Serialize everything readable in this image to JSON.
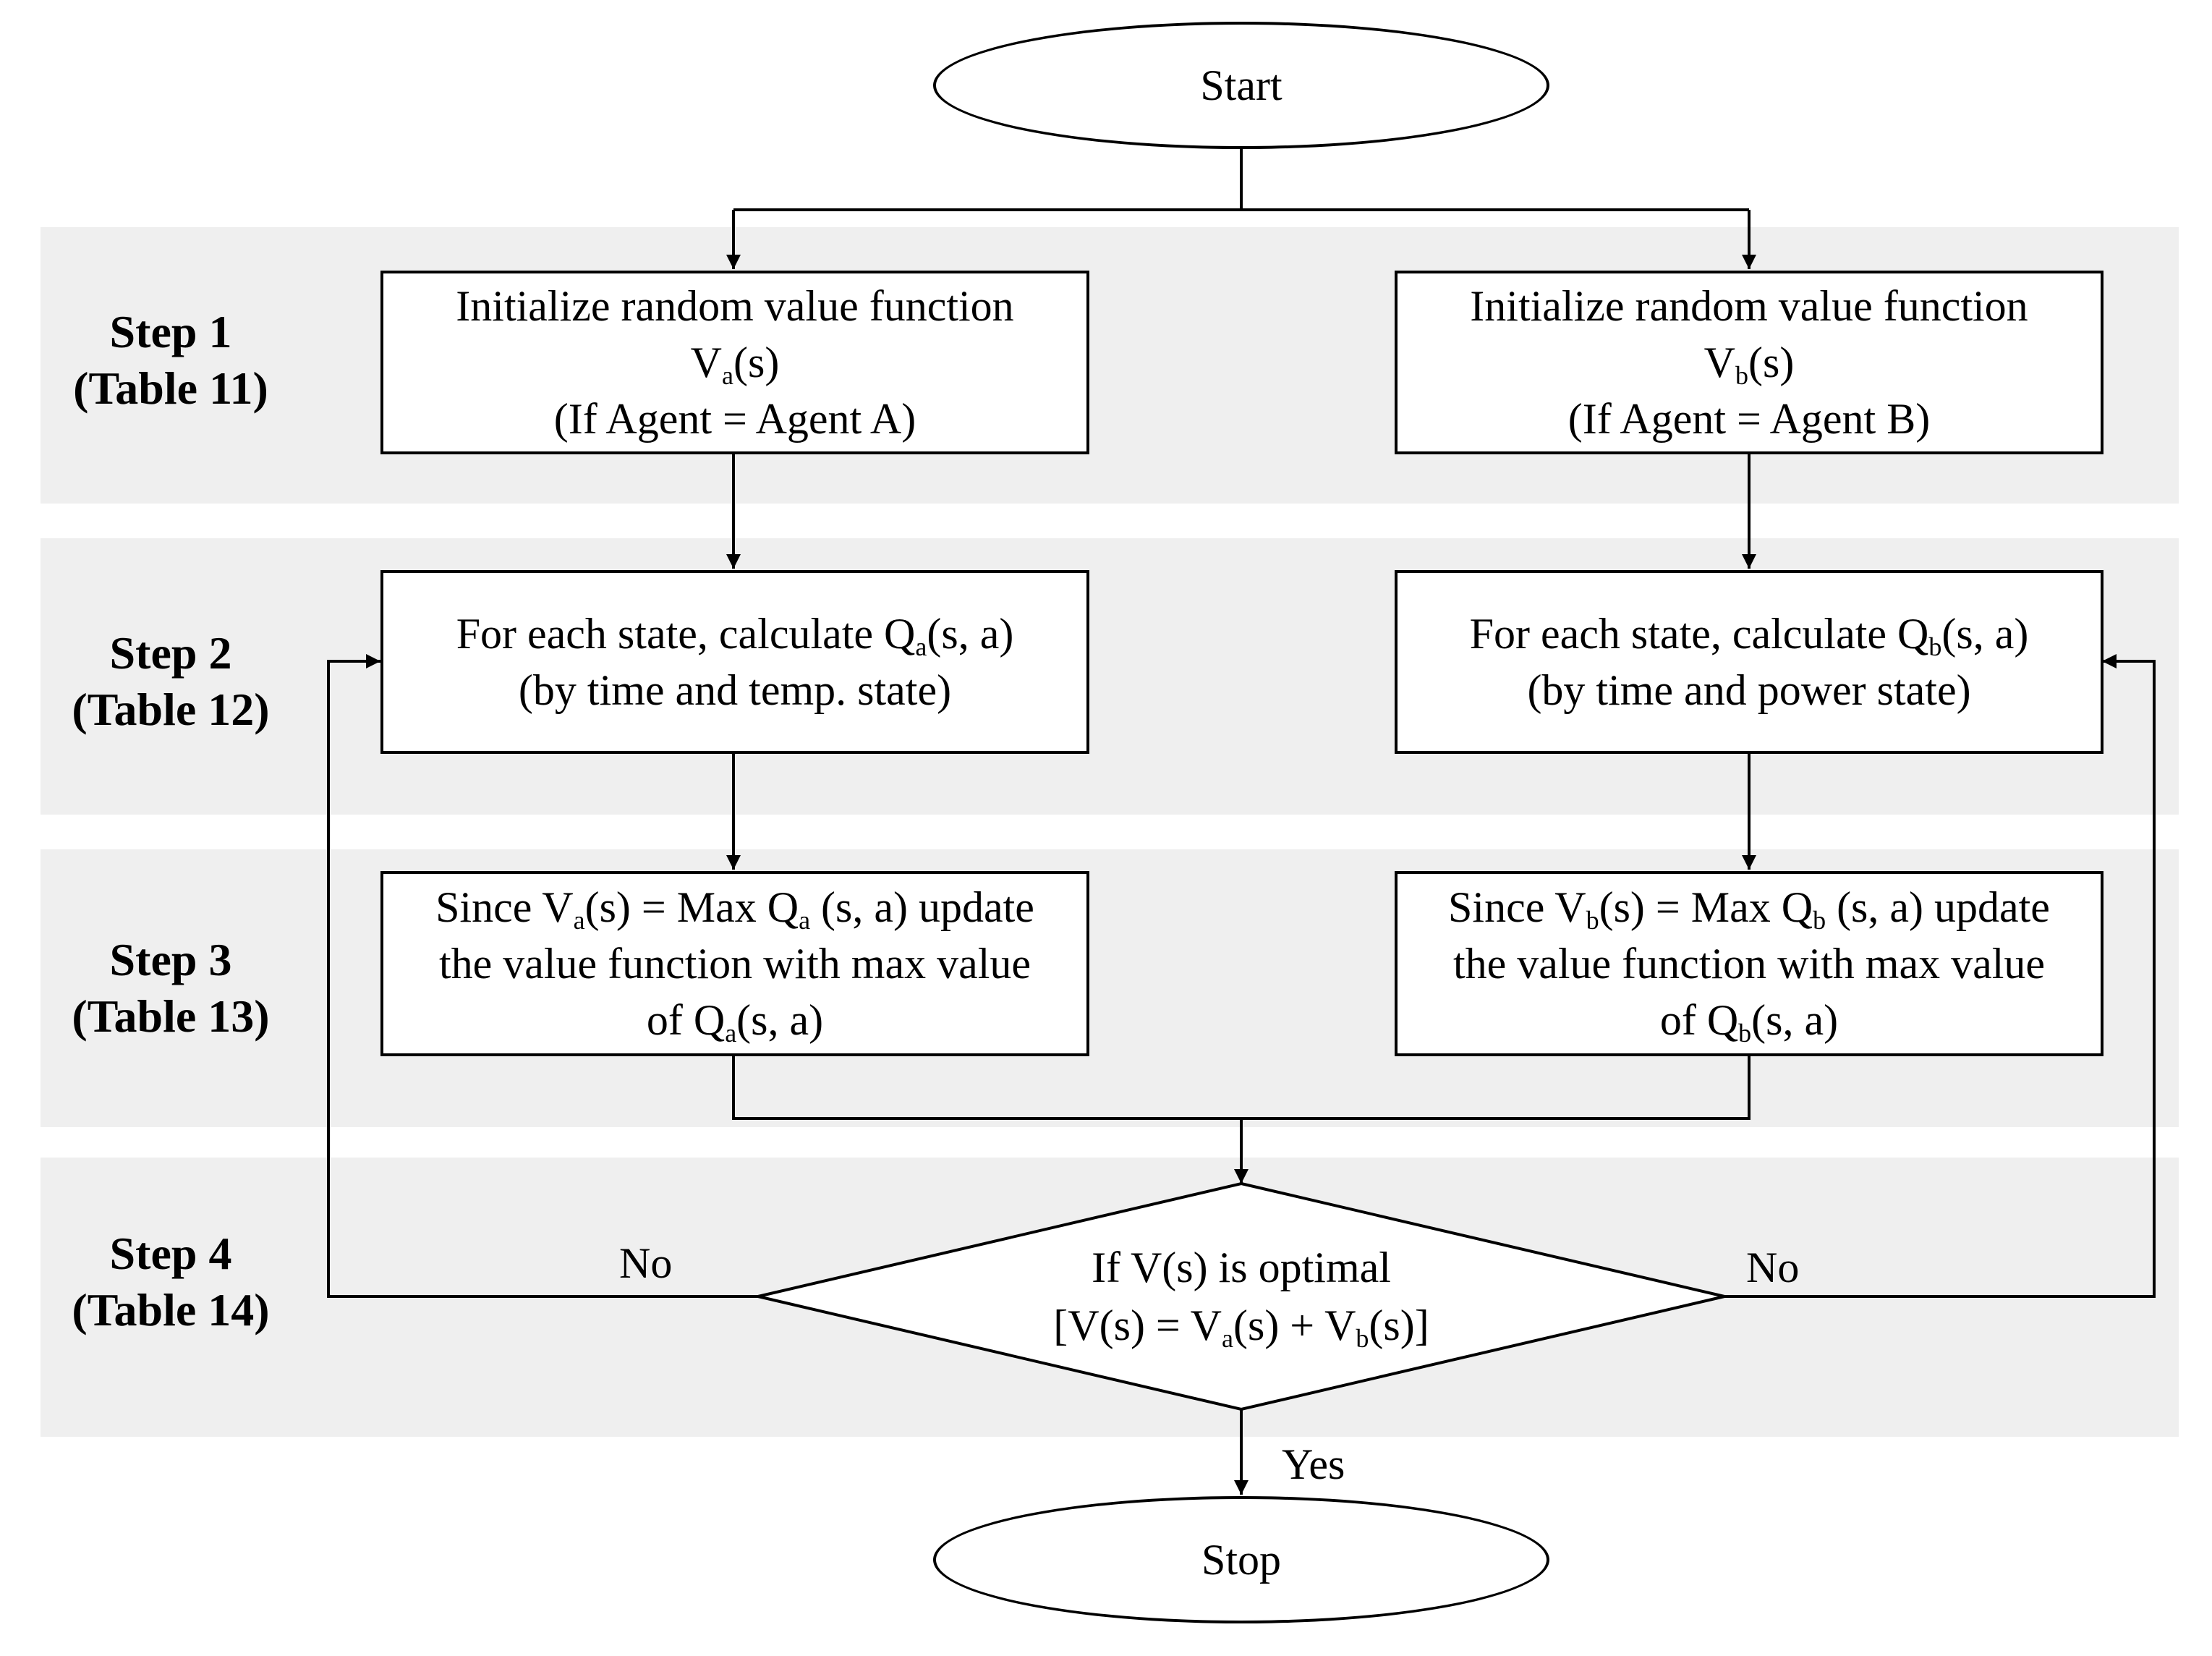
{
  "steps": [
    {
      "name": "Step 1",
      "table": "(Table 11)"
    },
    {
      "name": "Step 2",
      "table": "(Table 12)"
    },
    {
      "name": "Step 3",
      "table": "(Table 13)"
    },
    {
      "name": "Step 4",
      "table": "(Table 14)"
    }
  ],
  "start_label": "Start",
  "stop_label": "Stop",
  "agent_a": {
    "init": {
      "line1": "Initialize random value function",
      "v": "V",
      "v_sub": "a",
      "v_rest": "(s)",
      "line3": "(If Agent = Agent A)"
    },
    "calc": {
      "pre": "For each state, calculate Q",
      "sub": "a",
      "post": "(s, a)",
      "line2": "(by time and temp. state)"
    },
    "update": {
      "p1": "Since V",
      "s1": "a",
      "p2": "(s) = Max Q",
      "s2": "a",
      "p3": " (s, a) update",
      "line2": "the value function with max value",
      "p4": "of Q",
      "s4": "a",
      "p5": "(s, a)"
    }
  },
  "agent_b": {
    "init": {
      "line1": "Initialize random value function",
      "v": "V",
      "v_sub": "b",
      "v_rest": "(s)",
      "line3": "(If Agent = Agent B)"
    },
    "calc": {
      "pre": "For each state, calculate Q",
      "sub": "b",
      "post": "(s, a)",
      "line2": "(by time and power state)"
    },
    "update": {
      "p1": "Since V",
      "s1": "b",
      "p2": "(s) = Max Q",
      "s2": "b",
      "p3": " (s, a) update",
      "line2": "the value function with max value",
      "p4": "of Q",
      "s4": "b",
      "p5": "(s, a)"
    }
  },
  "decision": {
    "line1": "If V(s) is optimal",
    "f1": "[V(s) = V",
    "fs1": "a",
    "f2": "(s) + V",
    "fs2": "b",
    "f3": "(s)]"
  },
  "edges": {
    "no_left": "No",
    "no_right": "No",
    "yes": "Yes"
  }
}
